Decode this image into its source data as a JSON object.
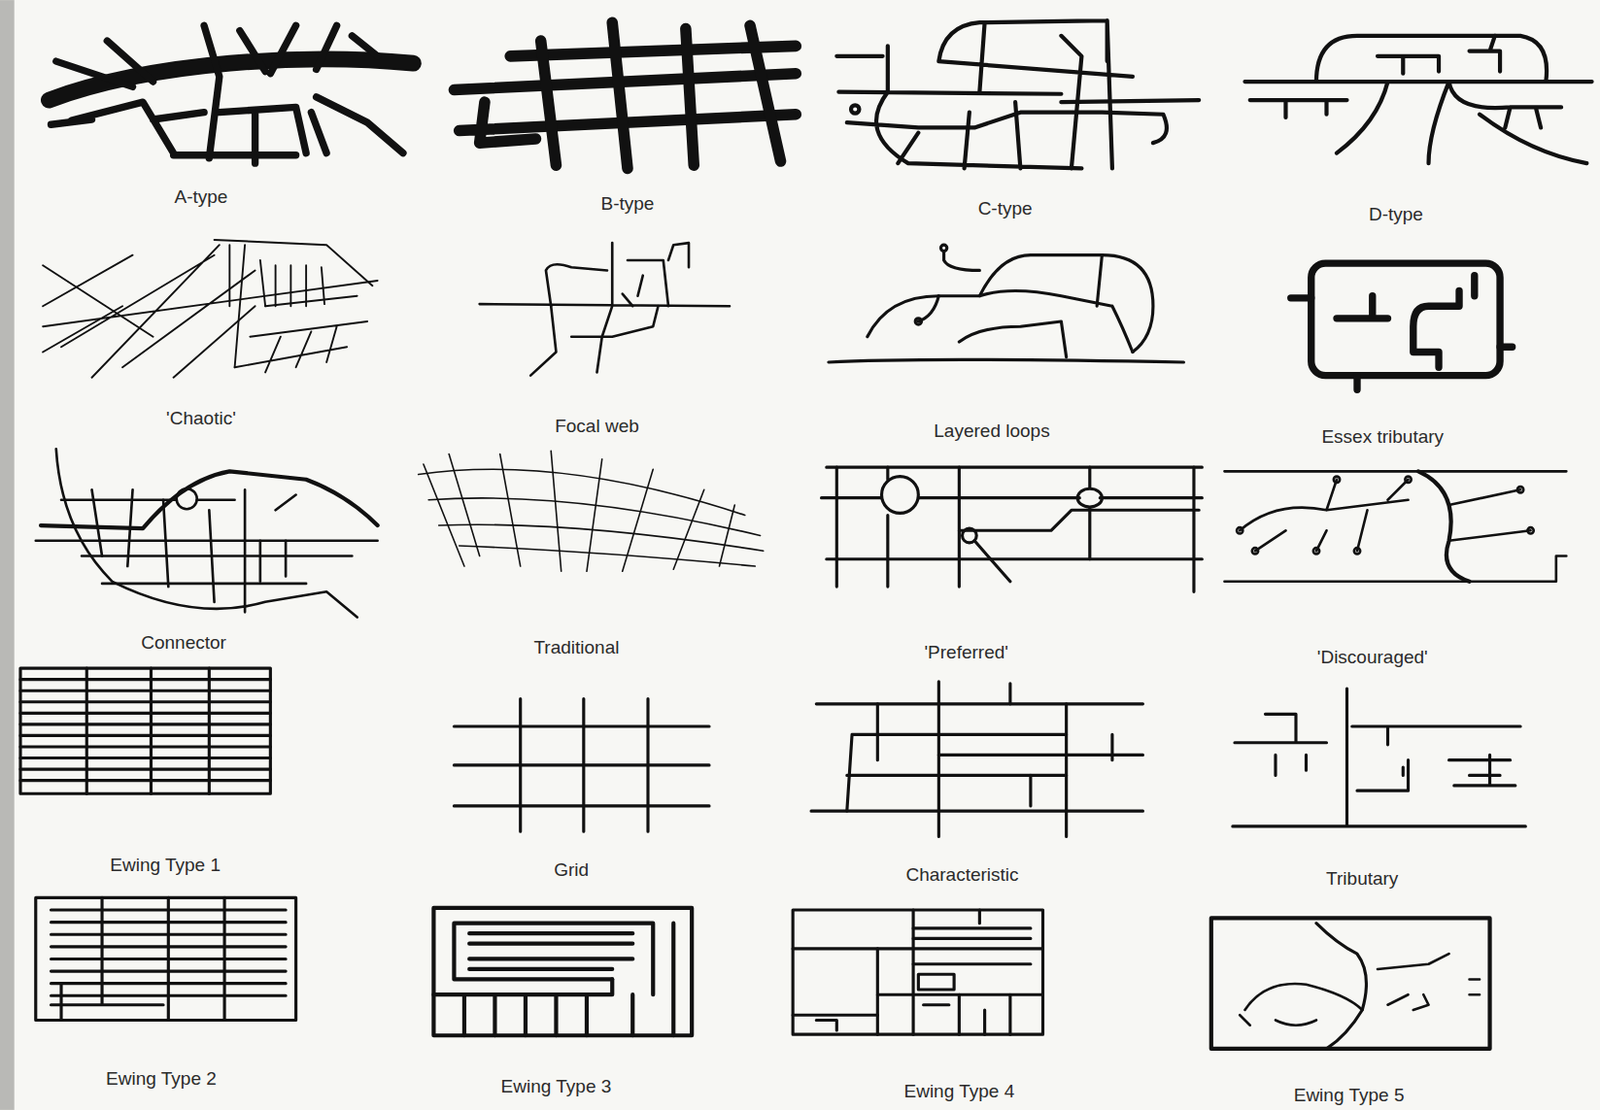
{
  "diagram": {
    "labels": [
      "A-type",
      "B-type",
      "C-type",
      "D-type",
      "'Chaotic'",
      "Focal web",
      "Layered loops",
      "Essex tributary",
      "Connector",
      "Traditional",
      "'Preferred'",
      "'Discouraged'",
      "Ewing Type 1",
      "Grid",
      "Characteristic",
      "Tributary",
      "Ewing Type 2",
      "Ewing Type 3",
      "Ewing Type 4",
      "Ewing Type 5"
    ]
  }
}
